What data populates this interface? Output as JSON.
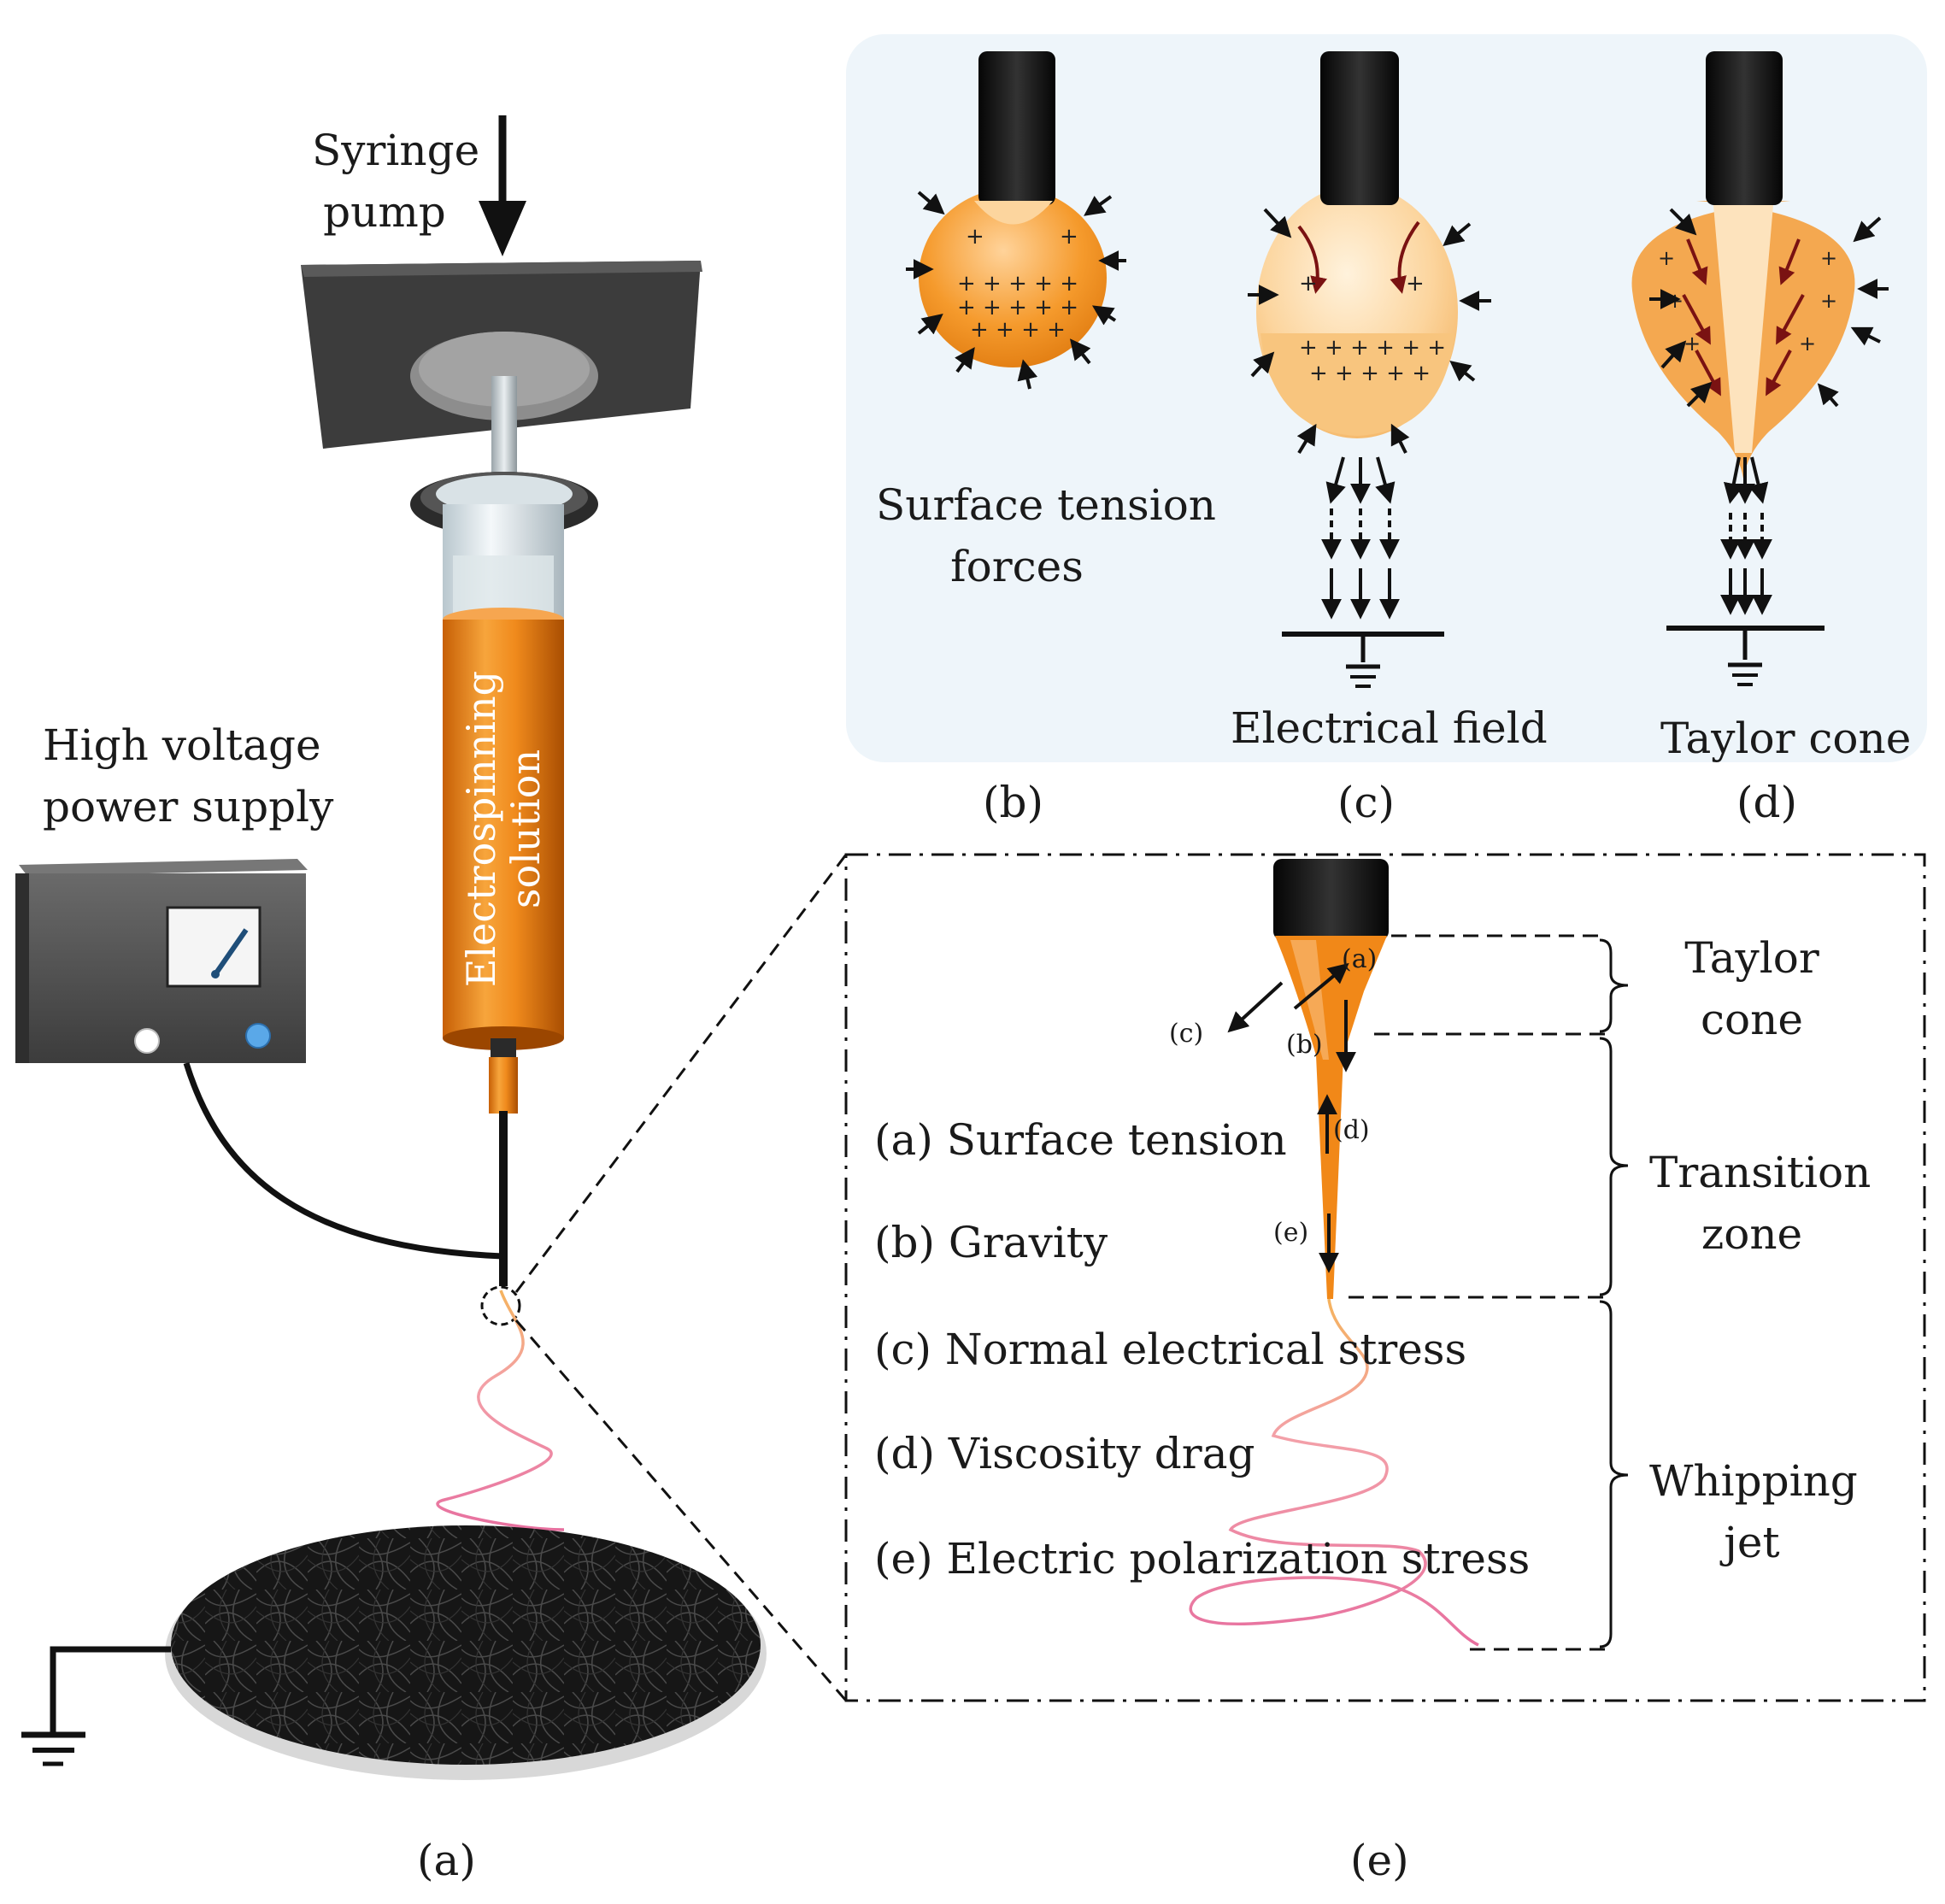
{
  "labels": {
    "syringe_pump_line1": "Syringe",
    "syringe_pump_line2": "pump",
    "hv_line1": "High voltage",
    "hv_line2": "power supply",
    "electrospinning_line1": "Electrospinning",
    "electrospinning_line2": "solution",
    "surface_tension_line1": "Surface tension",
    "surface_tension_line2": "forces",
    "electrical_field": "Electrical field",
    "taylor_cone": "Taylor cone",
    "zone_taylor_1": "Taylor",
    "zone_taylor_2": "cone",
    "zone_transition_1": "Transition",
    "zone_transition_2": "zone",
    "zone_whipping_1": "Whipping",
    "zone_whipping_2": "jet"
  },
  "captions": {
    "a": "(a)",
    "b": "(b)",
    "c": "(c)",
    "d": "(d)",
    "e": "(e)"
  },
  "cone_markers": {
    "a": "(a)",
    "b": "(b)",
    "c": "(c)",
    "d": "(d)",
    "e": "(e)"
  },
  "legend": [
    "(a) Surface tension",
    "(b) Gravity",
    "(c) Normal electrical stress",
    "(d) Viscosity drag",
    "(e) Electric polarization stress"
  ],
  "colors": {
    "orange": "#f08a1c",
    "light_orange": "#fbd08d",
    "panel_bg": "#eef5fa",
    "jet_pink": "#e7709f",
    "dark": "#222222",
    "dial_needle": "#1f4e79",
    "knob_blue": "#5aa8e8"
  }
}
